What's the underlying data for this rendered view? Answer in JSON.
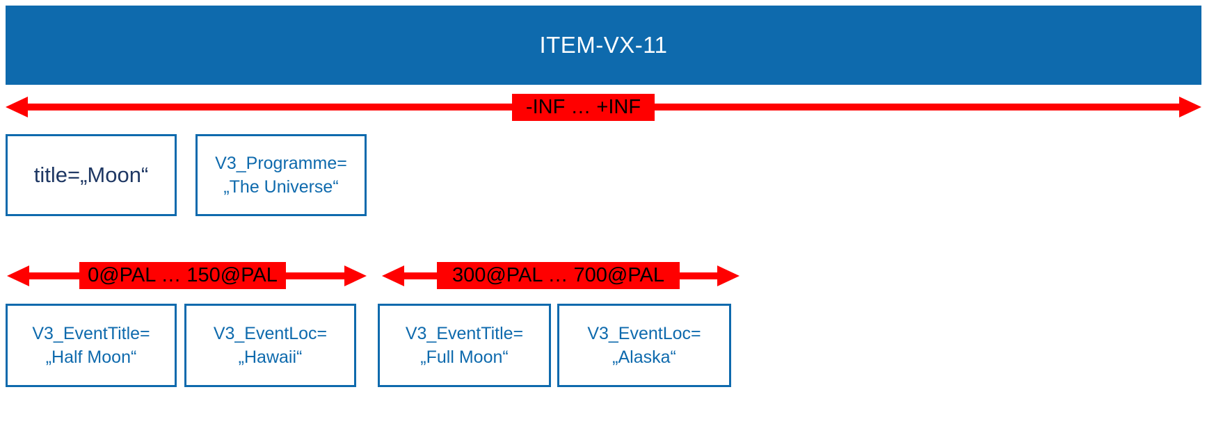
{
  "colors": {
    "blue": "#0e6aad",
    "dark_text": "#1f3864",
    "red": "#ff0000",
    "label_text": "#000000",
    "header_text": "#ffffff",
    "bg": "#ffffff"
  },
  "header": {
    "title": "ITEM-VX-11"
  },
  "top_range": {
    "label": "-INF … +INF"
  },
  "item_attributes": [
    {
      "lines": [
        "title=„Moon“"
      ]
    },
    {
      "lines": [
        "V3_Programme=",
        "„The Universe“"
      ]
    }
  ],
  "event_ranges": [
    {
      "label": "0@PAL … 150@PAL"
    },
    {
      "label": "300@PAL … 700@PAL"
    }
  ],
  "event_attributes": [
    {
      "lines": [
        "V3_EventTitle=",
        "„Half Moon“"
      ]
    },
    {
      "lines": [
        "V3_EventLoc=",
        "„Hawaii“"
      ]
    },
    {
      "lines": [
        "V3_EventTitle=",
        "„Full Moon“"
      ]
    },
    {
      "lines": [
        "V3_EventLoc=",
        "„Alaska“"
      ]
    }
  ]
}
